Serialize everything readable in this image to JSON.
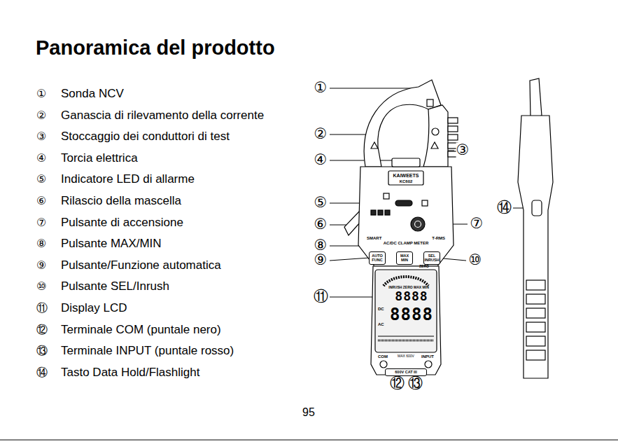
{
  "diagram": {
    "title": "Panoramica del prodotto",
    "nodes": [
      {
        "text": [
          "AUTO FUNC"
        ]
      },
      {
        "text": [
          "MAX MIN"
        ]
      },
      {
        "text": [
          "SEL INRUSH"
        ]
      },
      {
        "text": [
          "600V CAT III"
        ]
      }
    ],
    "labels": [
      "①",
      "Sonda NCV",
      "②",
      "Ganascia di rilevamento della corrente",
      "③",
      "Stoccaggio dei conduttori di test",
      "④",
      "Torcia elettrica",
      "⑤",
      "Indicatore LED di allarme",
      "⑥",
      "Rilascio della mascella",
      "⑦",
      "Pulsante di accensione",
      "⑧",
      "Pulsante MAX/MIN",
      "⑨",
      "Pulsante/Funzione automatica",
      "⑩",
      "Pulsante SEL/Inrush",
      "⑪",
      "Display LCD",
      "⑫",
      "Terminale COM (puntale nero)",
      "⑬",
      "Terminale INPUT (puntale rosso)",
      "⑭",
      "Tasto Data Hold/Flashlight",
      "①",
      "②",
      "③",
      "④",
      "⑤",
      "⑥",
      "⑦",
      "⑧",
      "⑨",
      "⑩",
      "⑪",
      "⑫",
      "⑬",
      "⑭",
      "KAIWEETS",
      "KC602",
      "SMART",
      "T-RMS",
      "AC/DC CLAMP METER",
      "ZERO",
      "INRUSH ZERO MAX MIN",
      "8888",
      "8888",
      "DC",
      "AC",
      "COM",
      "MAX 600V",
      "INPUT",
      "95"
    ]
  }
}
